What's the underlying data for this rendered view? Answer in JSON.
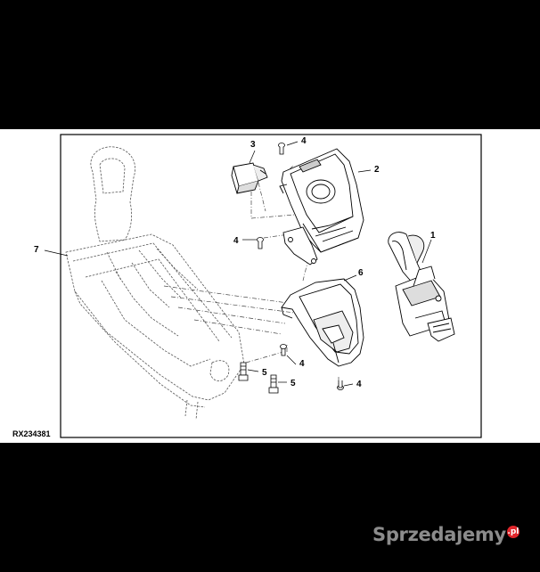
{
  "diagram": {
    "figure_code": "RX234381",
    "callouts": {
      "c1": "1",
      "c2": "2",
      "c3": "3",
      "c4a": "4",
      "c4b": "4",
      "c4c": "4",
      "c4d": "4",
      "c5a": "5",
      "c5b": "5",
      "c6": "6",
      "c7": "7"
    }
  },
  "watermark": {
    "text": "Sprzedajemy",
    "suffix": ".pl"
  }
}
